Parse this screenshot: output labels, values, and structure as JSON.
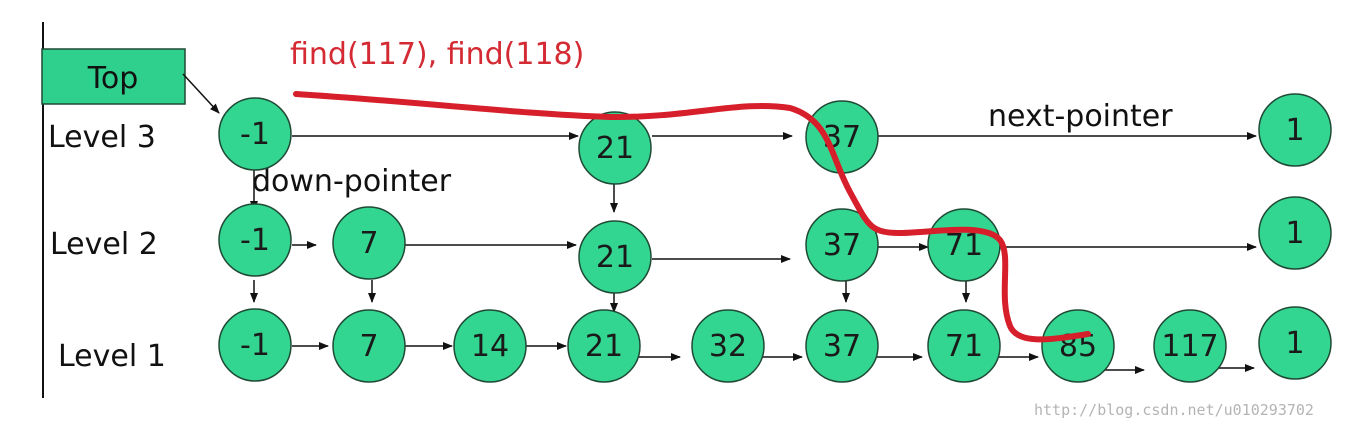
{
  "colors": {
    "node_fill": "#33d691",
    "node_stroke": "#1f4a35",
    "top_fill": "#2fd08e",
    "arrow": "#111111",
    "search_path": "#d61f2a",
    "query_text": "#d42a33"
  },
  "top_label": "Top",
  "query_text": "find(117), find(118)",
  "next_pointer_label": "next-pointer",
  "down_pointer_label": "down-pointer",
  "watermark": "http://blog.csdn.net/u010293702",
  "levels": [
    {
      "label": "Level 3",
      "nodes": [
        "-1",
        "21",
        "37",
        "1"
      ]
    },
    {
      "label": "Level 2",
      "nodes": [
        "-1",
        "7",
        "21",
        "37",
        "71",
        "1"
      ]
    },
    {
      "label": "Level 1",
      "nodes": [
        "-1",
        "7",
        "14",
        "21",
        "32",
        "37",
        "71",
        "85",
        "117",
        "1"
      ]
    }
  ]
}
